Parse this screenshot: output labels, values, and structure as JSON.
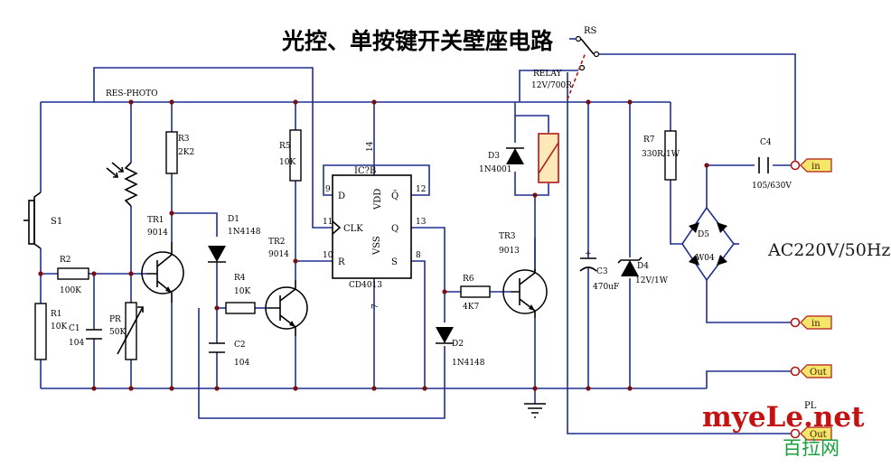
{
  "title": "光控、单按键开关壁座电路",
  "switch_rs": "RS",
  "relay": {
    "name": "RELAY",
    "rating": "12V/700R"
  },
  "res_photo": "RES-PHOTO",
  "components": {
    "s1": "S1",
    "r1": {
      "ref": "R1",
      "value": "10K"
    },
    "r2": {
      "ref": "R2",
      "value": "100K"
    },
    "c1": {
      "ref": "C1",
      "value": "104"
    },
    "pr": {
      "ref": "PR",
      "value": "50K"
    },
    "r3": {
      "ref": "R3",
      "value": "2K2"
    },
    "tr1": {
      "ref": "TR1",
      "value": "9014"
    },
    "d1": {
      "ref": "D1",
      "value": "1N4148"
    },
    "r4": {
      "ref": "R4",
      "value": "10K"
    },
    "c2": {
      "ref": "C2",
      "value": "104"
    },
    "r5": {
      "ref": "R5",
      "value": "10K"
    },
    "tr2": {
      "ref": "TR2",
      "value": "9014"
    },
    "ic": {
      "ref": "IC?B",
      "part": "CD4013",
      "d": "D",
      "clk": "CLK",
      "r": "R",
      "q": "Q",
      "qbar": "Q̄",
      "s": "S",
      "vdd": "VDD",
      "vss": "VSS",
      "pins": {
        "p9": "9",
        "p11": "11",
        "p10": "10",
        "p12": "12",
        "p13": "13",
        "p8": "8",
        "p14": "14",
        "p7": "7"
      }
    },
    "d2": {
      "ref": "D2",
      "value": "1N4148"
    },
    "r6": {
      "ref": "R6",
      "value": "4K7"
    },
    "tr3": {
      "ref": "TR3",
      "value": "9013"
    },
    "d3": {
      "ref": "D3",
      "value": "1N4001"
    },
    "c3": {
      "ref": "C3",
      "value": "470uF",
      "plus": "+"
    },
    "d4": {
      "ref": "D4",
      "value": "12V/1W"
    },
    "r7": {
      "ref": "R7",
      "value": "330R/1W"
    },
    "c4": {
      "ref": "C4",
      "value": "105/630V"
    },
    "d5": {
      "ref": "D5",
      "value": "W04"
    }
  },
  "ports": {
    "in1": "in",
    "in2": "in",
    "out1": "Out",
    "out2": "Out"
  },
  "pl": "PL",
  "ac": "AC220V/50Hz",
  "watermark": {
    "latin": "myeLe.net",
    "cjk": "百拉网"
  },
  "colors": {
    "wire": "#1f2f8f",
    "junction": "#7a0f0f",
    "relay_coil": "#fde9b8",
    "port": "#f5e66a",
    "brand": "#c41212",
    "brand2": "#17a13d"
  }
}
